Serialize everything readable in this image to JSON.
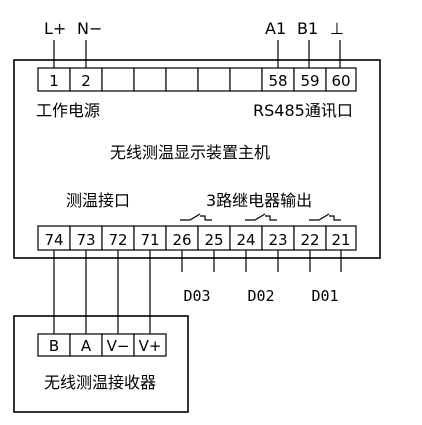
{
  "top_wire_labels": {
    "lplus": "L+",
    "nminus": "N−",
    "a1": "A1",
    "b1": "B1",
    "ground": "⊥"
  },
  "main_unit": {
    "title": "无线测温显示装置主机",
    "top_terminals": [
      "1",
      "2",
      "",
      "",
      "",
      "",
      "",
      "",
      "58",
      "59",
      "60"
    ],
    "power_label": "工作电源",
    "rs485_label": "RS485通讯口",
    "temp_port_label": "测温接口",
    "relay_label": "3路继电器输出",
    "bottom_terminals": [
      "74",
      "73",
      "72",
      "71",
      "26",
      "25",
      "24",
      "23",
      "22",
      "21"
    ]
  },
  "relay_outputs": [
    "D03",
    "D02",
    "D01"
  ],
  "receiver": {
    "title": "无线测温接收器",
    "terminals": [
      "B",
      "A",
      "V−",
      "V+"
    ]
  }
}
